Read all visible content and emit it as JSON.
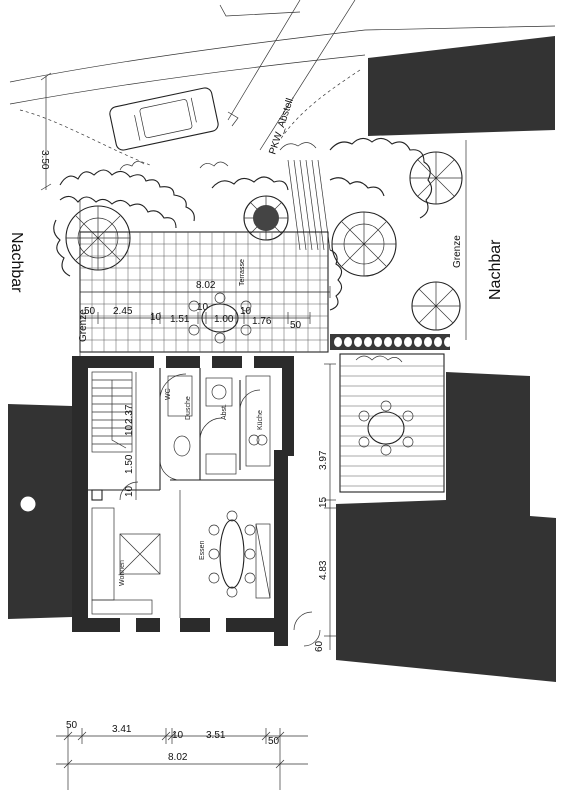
{
  "labels": {
    "neighbor_left": "Nachbar",
    "neighbor_right": "Nachbar",
    "boundary_left": "Grenze",
    "boundary_right": "Grenze",
    "parking": "PKW_Abstell.",
    "terrace": "Terrasse",
    "living": "Wohnen",
    "dining": "Essen",
    "wc": "WC",
    "dusche": "Dusche",
    "abst": "Abst.",
    "kueche": "Küche"
  },
  "dimensions": {
    "street_depth": "3.50",
    "terrace_width": "8.02",
    "row_50_left": "50",
    "row_245": "2.45",
    "row_10_a": "10",
    "row_151": "1.51",
    "row_10_b": "10",
    "row_100": "1.00",
    "row_10_c": "10",
    "row_176": "1.76",
    "row_50_right": "50",
    "v_237": "2.37",
    "v_10_a": "10",
    "v_150": "1.50",
    "v_10_b": "10",
    "v_397": "3.97",
    "v_15": "15",
    "v_483": "4.83",
    "v_60": "60",
    "bottom_50_left": "50",
    "bottom_341": "3.41",
    "bottom_10": "10",
    "bottom_351": "3.51",
    "bottom_50_right": "50",
    "bottom_total": "8.02"
  }
}
